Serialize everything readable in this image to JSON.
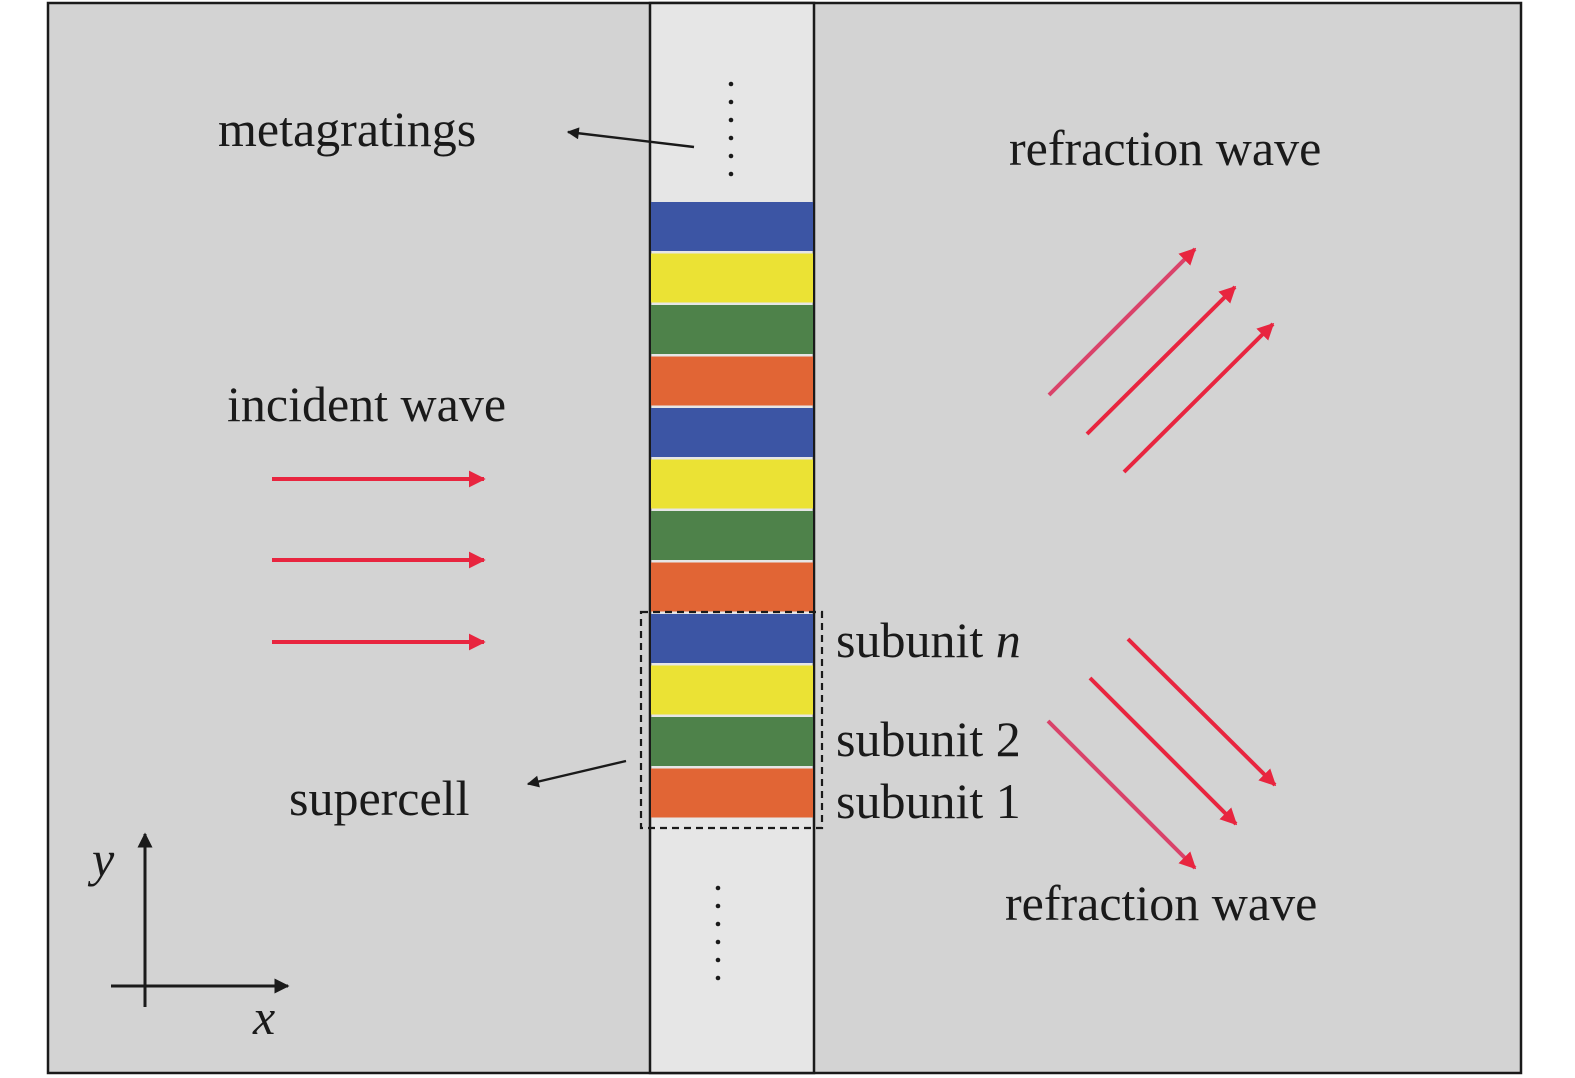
{
  "labels": {
    "metagratings": "metagratings",
    "incident_wave": "incident wave",
    "refraction_wave_top": "refraction wave",
    "refraction_wave_bottom": "refraction wave",
    "supercell": "supercell",
    "subunit_n_prefix": "subunit",
    "subunit_n_var": "n",
    "subunit_2": "subunit 2",
    "subunit_1": "subunit 1",
    "axis_x": "x",
    "axis_y": "y",
    "ellipsis_top": "⋮",
    "ellipsis_bottom": "⋮"
  },
  "stripes": [
    "blue",
    "yellow",
    "green",
    "orange",
    "blue",
    "yellow",
    "green",
    "orange",
    "blue",
    "yellow",
    "green",
    "orange"
  ],
  "colors": {
    "background": "#d3d3d3",
    "strip": "#e6e6e6",
    "blue": "#3c55a4",
    "yellow": "#ebe234",
    "green": "#4e824a",
    "orange": "#e16535",
    "arrow_red": "#e8253f",
    "arrow_pink": "#d9436a",
    "ink": "#1a1a1a"
  }
}
